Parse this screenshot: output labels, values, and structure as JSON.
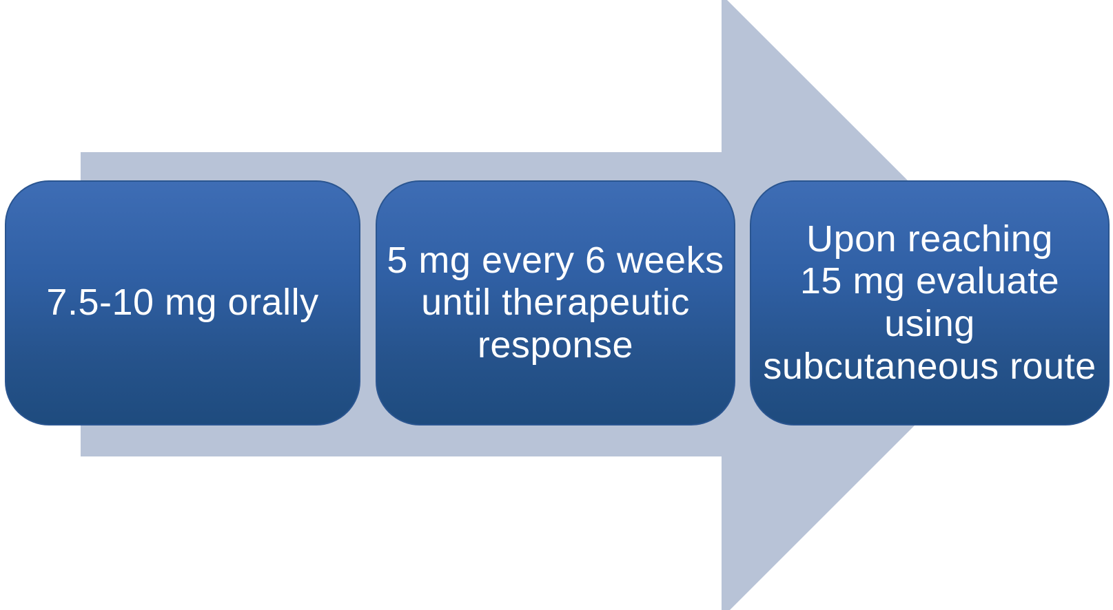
{
  "diagram": {
    "type": "horizontal-process-arrow",
    "direction": "right",
    "steps": [
      {
        "text": "7.5-10 mg orally"
      },
      {
        "text": "5 mg every 6 weeks\nuntil therapeutic\nresponse"
      },
      {
        "text": "Upon reaching\n15 mg evaluate using\nsubcutaneous route"
      }
    ]
  },
  "colors": {
    "background": "#ffffff",
    "arrow": "#b8c3d7",
    "box-top": "#3e6db5",
    "box-bottom": "#1e4b7e",
    "box-border": "#2a5590",
    "text": "#ffffff"
  }
}
